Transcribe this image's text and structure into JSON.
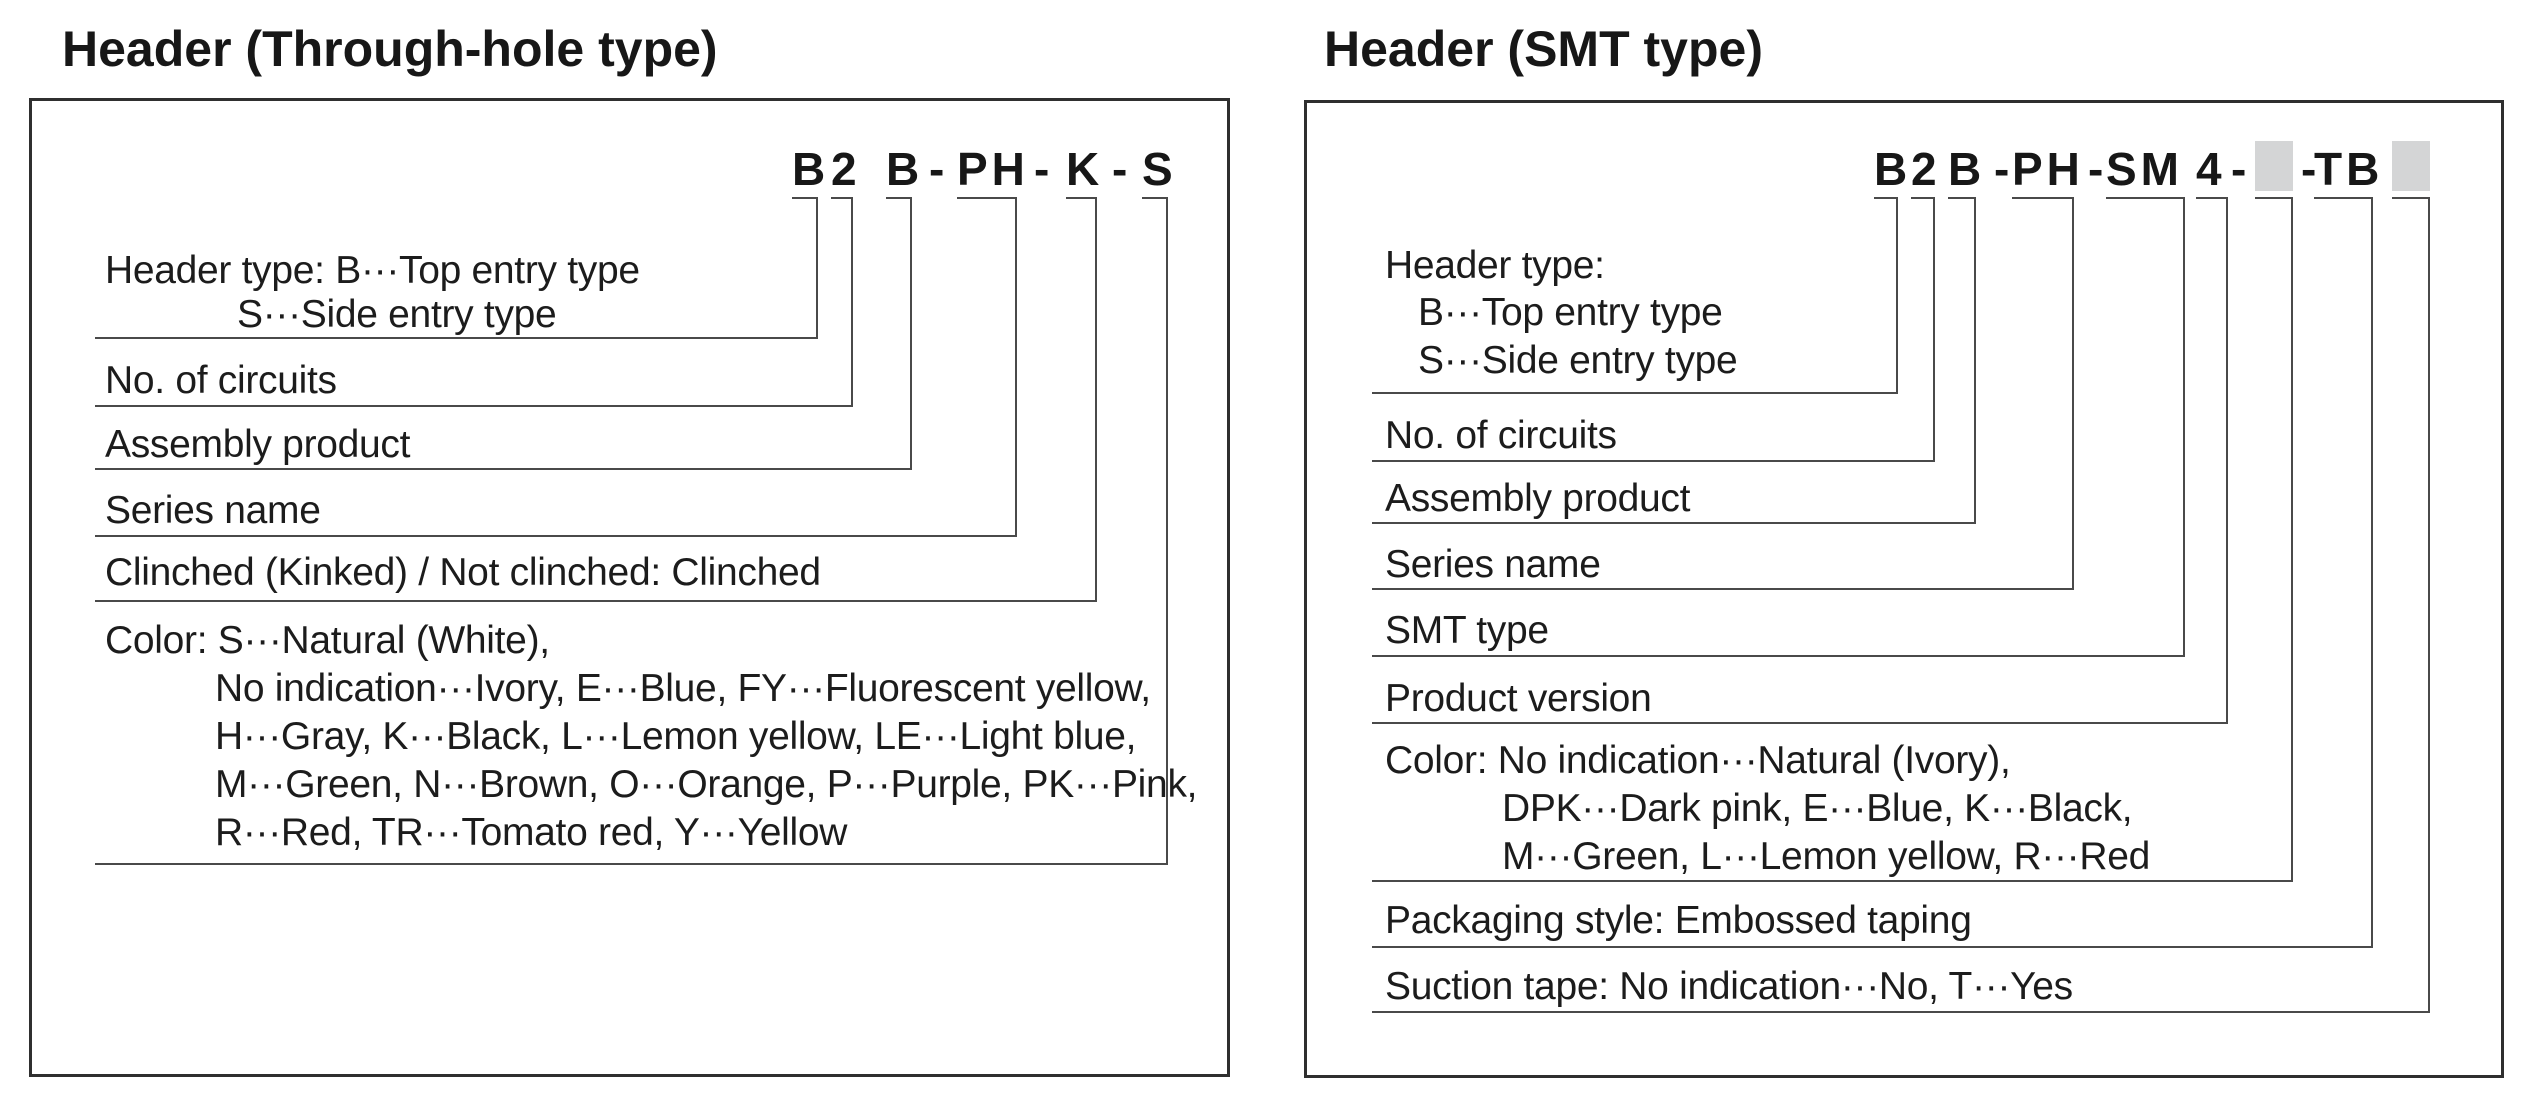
{
  "panels": [
    {
      "id": "through-hole",
      "title": "Header (Through-hole type)",
      "part_number": [
        {
          "text": "B"
        },
        {
          "text": "2"
        },
        {
          "text": "B"
        },
        {
          "text": "-"
        },
        {
          "text": "PH"
        },
        {
          "text": "-"
        },
        {
          "text": "K"
        },
        {
          "text": "-"
        },
        {
          "text": "S"
        }
      ],
      "labels": [
        {
          "name": "header-type",
          "lines": [
            "Header type: B···Top entry type",
            "S···Side entry type"
          ]
        },
        {
          "name": "no-of-circuits",
          "lines": [
            "No. of circuits"
          ]
        },
        {
          "name": "assembly-product",
          "lines": [
            "Assembly product"
          ]
        },
        {
          "name": "series-name",
          "lines": [
            "Series name"
          ]
        },
        {
          "name": "clinched",
          "lines": [
            "Clinched (Kinked) / Not clinched: Clinched"
          ]
        },
        {
          "name": "color",
          "lines": [
            "Color: S···Natural (White),",
            "No indication···Ivory, E···Blue, FY···Fluorescent yellow,",
            "H···Gray, K···Black, L···Lemon yellow, LE···Light blue,",
            "M···Green, N···Brown, O···Orange, P···Purple, PK···Pink,",
            "R···Red, TR···Tomato red, Y···Yellow"
          ]
        }
      ]
    },
    {
      "id": "smt",
      "title": "Header (SMT type)",
      "part_number": [
        {
          "text": "B"
        },
        {
          "text": "2"
        },
        {
          "text": "B"
        },
        {
          "text": "-"
        },
        {
          "text": "PH"
        },
        {
          "text": "-"
        },
        {
          "text": "SM"
        },
        {
          "text": "4"
        },
        {
          "text": "-"
        },
        {
          "box": true
        },
        {
          "text": "-"
        },
        {
          "text": "TB"
        },
        {
          "box": true
        }
      ],
      "labels": [
        {
          "name": "header-type",
          "lines": [
            "Header type:",
            "B···Top entry type",
            "S···Side entry type"
          ]
        },
        {
          "name": "no-of-circuits",
          "lines": [
            "No. of circuits"
          ]
        },
        {
          "name": "assembly-product",
          "lines": [
            "Assembly product"
          ]
        },
        {
          "name": "series-name",
          "lines": [
            "Series name"
          ]
        },
        {
          "name": "smt-type",
          "lines": [
            "SMT type"
          ]
        },
        {
          "name": "product-version",
          "lines": [
            "Product version"
          ]
        },
        {
          "name": "color",
          "lines": [
            "Color: No indication···Natural (Ivory),",
            "DPK···Dark pink, E···Blue, K···Black,",
            "M···Green, L···Lemon yellow, R···Red"
          ]
        },
        {
          "name": "packaging-style",
          "lines": [
            "Packaging style: Embossed taping"
          ]
        },
        {
          "name": "suction-tape",
          "lines": [
            "Suction tape: No indication···No, T···Yes"
          ]
        }
      ],
      "placeholder_box_color": "#d4d5d6"
    }
  ]
}
